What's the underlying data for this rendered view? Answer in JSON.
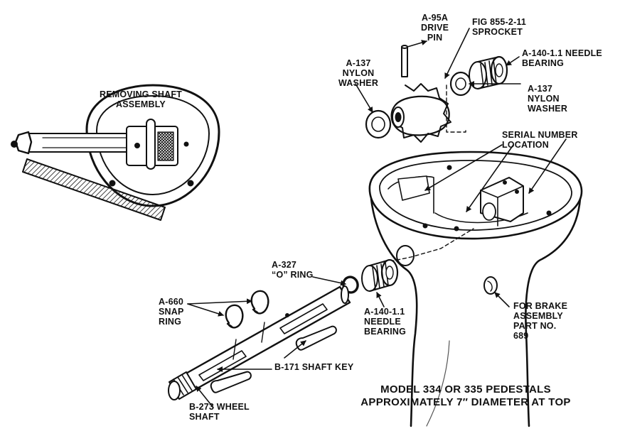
{
  "inset": {
    "title_line1": "REMOVING SHAFT",
    "title_line2": "ASSEMBLY"
  },
  "labels": {
    "drive_pin": [
      "A-95A",
      "DRIVE",
      "PIN"
    ],
    "sprocket": [
      "FIG 855-2-11",
      "SPROCKET"
    ],
    "needle_bearing_top": [
      "A-140-1.1 NEEDLE",
      "BEARING"
    ],
    "nylon_washer_left": [
      "A-137",
      "NYLON",
      "WASHER"
    ],
    "nylon_washer_right": [
      "A-137",
      "NYLON",
      "WASHER"
    ],
    "serial_number": [
      "SERIAL NUMBER",
      "LOCATION"
    ],
    "o_ring": [
      "A-327",
      "“O” RING"
    ],
    "snap_ring": [
      "A-660",
      "SNAP",
      "RING"
    ],
    "needle_bearing_bottom": [
      "A-140-1.1",
      "NEEDLE",
      "BEARING"
    ],
    "brake": [
      "FOR BRAKE",
      "ASSEMBLY",
      "PART NO.",
      "689"
    ],
    "shaft_key": [
      "B-171 SHAFT KEY"
    ],
    "wheel_shaft": [
      "B-273 WHEEL",
      "SHAFT"
    ]
  },
  "caption": {
    "line1": "MODEL 334 OR 335 PEDESTALS",
    "line2": "APPROXIMATELY 7″ DIAMETER AT TOP"
  },
  "colors": {
    "ink": "#111111",
    "paper": "#ffffff",
    "shade": "#555555"
  }
}
